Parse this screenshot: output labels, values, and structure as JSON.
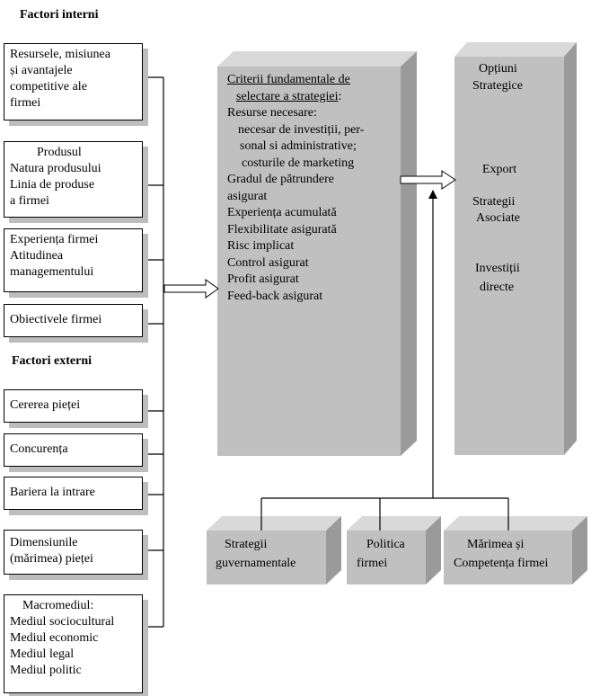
{
  "internal": {
    "heading": "Factori interni",
    "boxes": [
      {
        "lines": [
          "Resursele, misiunea",
          "și avantajele",
          "competitive ale",
          "firmei"
        ]
      },
      {
        "lines": [
          "Produsul",
          "Natura produsului",
          "Linia de produse",
          "a firmei"
        ]
      },
      {
        "lines": [
          "Experiența firmei",
          "Atitudinea",
          "managementului"
        ]
      },
      {
        "lines": [
          "Obiectivele firmei"
        ]
      }
    ]
  },
  "external": {
    "heading": "Factori externi",
    "boxes": [
      {
        "lines": [
          "Cererea pieței"
        ]
      },
      {
        "lines": [
          "Concurența"
        ]
      },
      {
        "lines": [
          "Bariera la intrare"
        ]
      },
      {
        "lines": [
          "Dimensiunile",
          "(mărimea) pieței"
        ]
      },
      {
        "lines": [
          "Macromediul:",
          "Mediul sociocultural",
          "Mediul economic",
          "Mediul legal",
          "Mediul politic"
        ]
      }
    ]
  },
  "criteria": {
    "title_line1": "Criterii fundamentale de",
    "title_line2": "selectare a strategiei",
    "title_suffix": ":",
    "items": [
      "Resurse necesare:",
      "necesar de investiții, per-",
      "sonal si administrative;",
      "costurile de marketing",
      "Gradul de pătrundere",
      "asigurat",
      "Experiența acumulată",
      "Flexibilitate asigurată",
      "Risc implicat",
      "Control asigurat",
      "Profit asigurat",
      "Feed-back asigurat"
    ]
  },
  "options": {
    "title_line1": "Opțiuni",
    "title_line2": "Strategice",
    "export": "Export",
    "assoc_line1": "Strategii",
    "assoc_line2": "Asociate",
    "invest_line1": "Investiții",
    "invest_line2": "directe"
  },
  "bottom": {
    "gov_line1": "Strategii",
    "gov_line2": "guvernamentale",
    "policy_line1": "Politica",
    "policy_line2": "firmei",
    "size_line1": "Mărimea și",
    "size_line2": "Competența firmei"
  },
  "colors": {
    "block_front": "#c0c0c0",
    "block_top": "#d9d9d9",
    "block_side": "#9a9a9a",
    "shadow": "#bdbdbd"
  }
}
